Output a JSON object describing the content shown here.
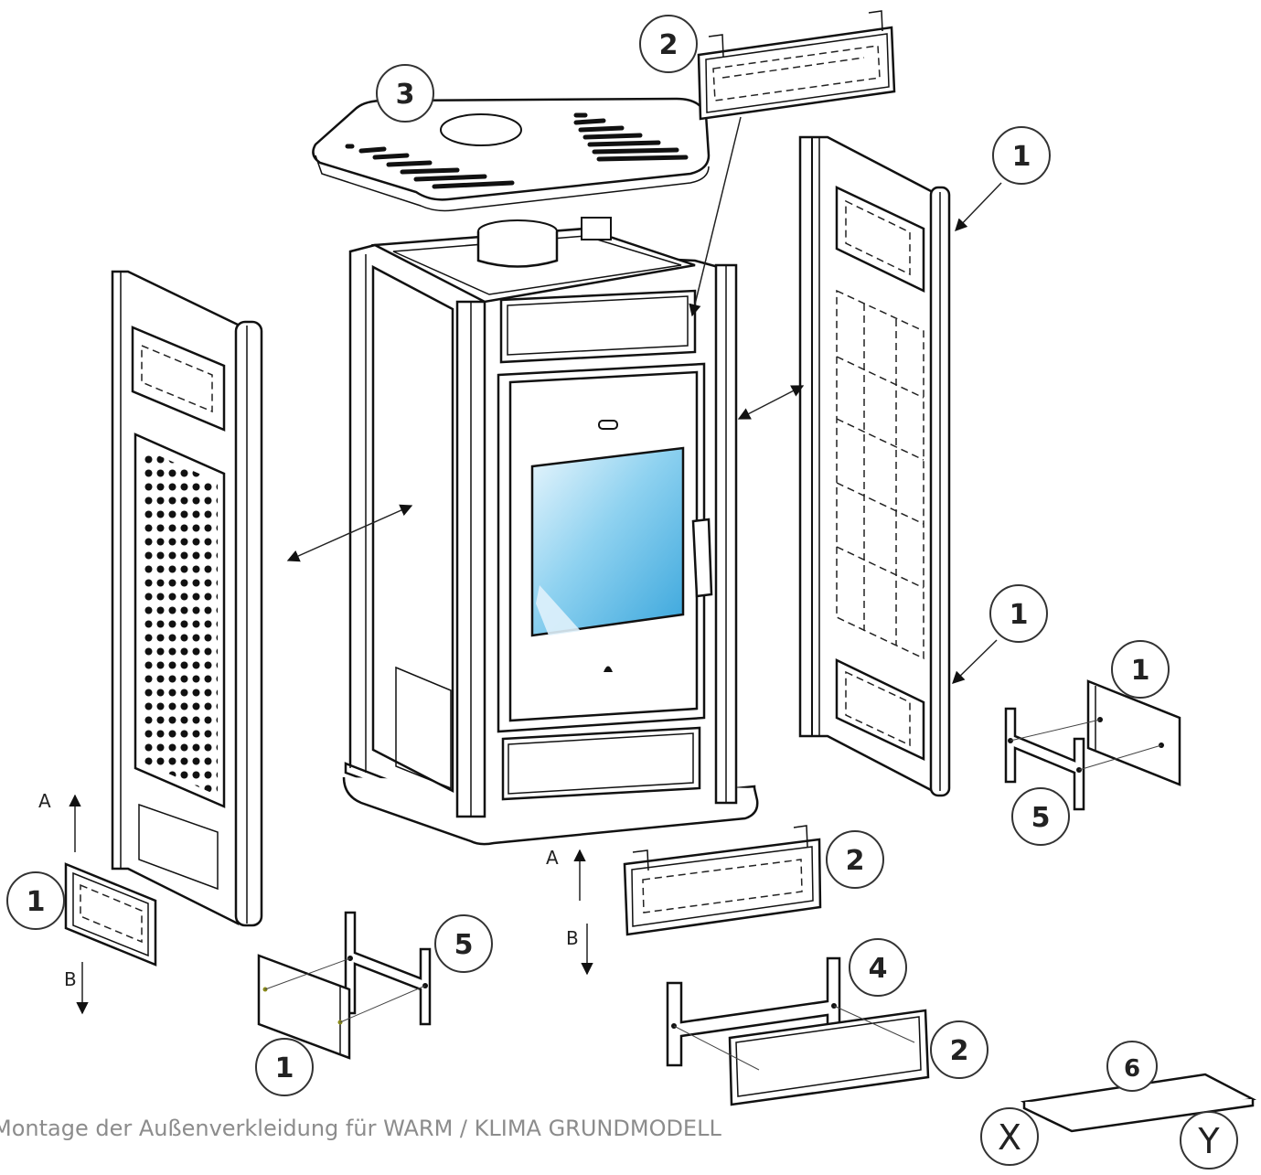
{
  "caption": "Montage der Außenverkleidung für WARM / KLIMA GRUNDMODELL",
  "callouts": [
    "1",
    "2",
    "3",
    "4",
    "5",
    "6"
  ],
  "axis_markers": {
    "x": "X",
    "y": "Y"
  },
  "direction_labels": {
    "a": "A",
    "b": "B"
  },
  "colors": {
    "line": "#111111",
    "glass": "#5bbce4",
    "caption": "#8c8c8c"
  }
}
